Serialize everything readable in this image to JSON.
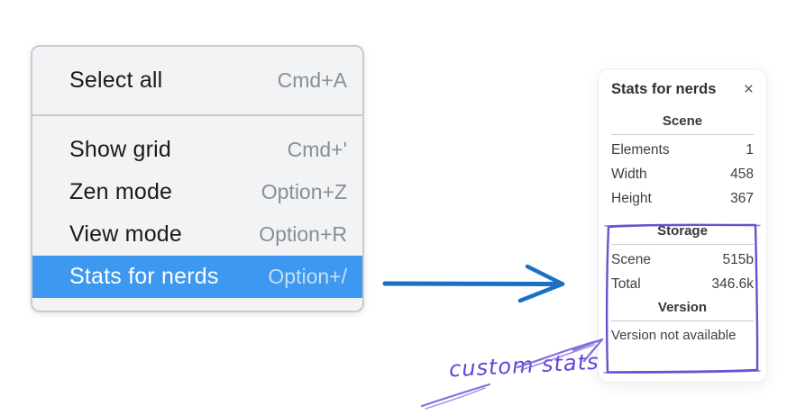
{
  "context_menu": {
    "sections": [
      {
        "items": [
          {
            "label": "Select all",
            "shortcut": "Cmd+A",
            "highlighted": false
          }
        ]
      },
      {
        "items": [
          {
            "label": "Show grid",
            "shortcut": "Cmd+'",
            "highlighted": false
          },
          {
            "label": "Zen mode",
            "shortcut": "Option+Z",
            "highlighted": false
          },
          {
            "label": "View mode",
            "shortcut": "Option+R",
            "highlighted": false
          },
          {
            "label": "Stats for nerds",
            "shortcut": "Option+/",
            "highlighted": true
          }
        ]
      }
    ]
  },
  "stats_panel": {
    "title": "Stats for nerds",
    "close_icon": "×",
    "scene": {
      "heading": "Scene",
      "rows": [
        {
          "label": "Elements",
          "value": "1"
        },
        {
          "label": "Width",
          "value": "458"
        },
        {
          "label": "Height",
          "value": "367"
        }
      ]
    },
    "storage": {
      "heading": "Storage",
      "rows": [
        {
          "label": "Scene",
          "value": "515b"
        },
        {
          "label": "Total",
          "value": "346.6k"
        }
      ]
    },
    "version": {
      "heading": "Version",
      "note": "Version not available"
    }
  },
  "annotation": {
    "label": "custom stats"
  },
  "colors": {
    "menu_highlight": "#3d99f0",
    "flow_arrow_blue": "#1b70c4",
    "annotation_purple": "#6741d9",
    "sketch_purple": "#6b50cf"
  }
}
